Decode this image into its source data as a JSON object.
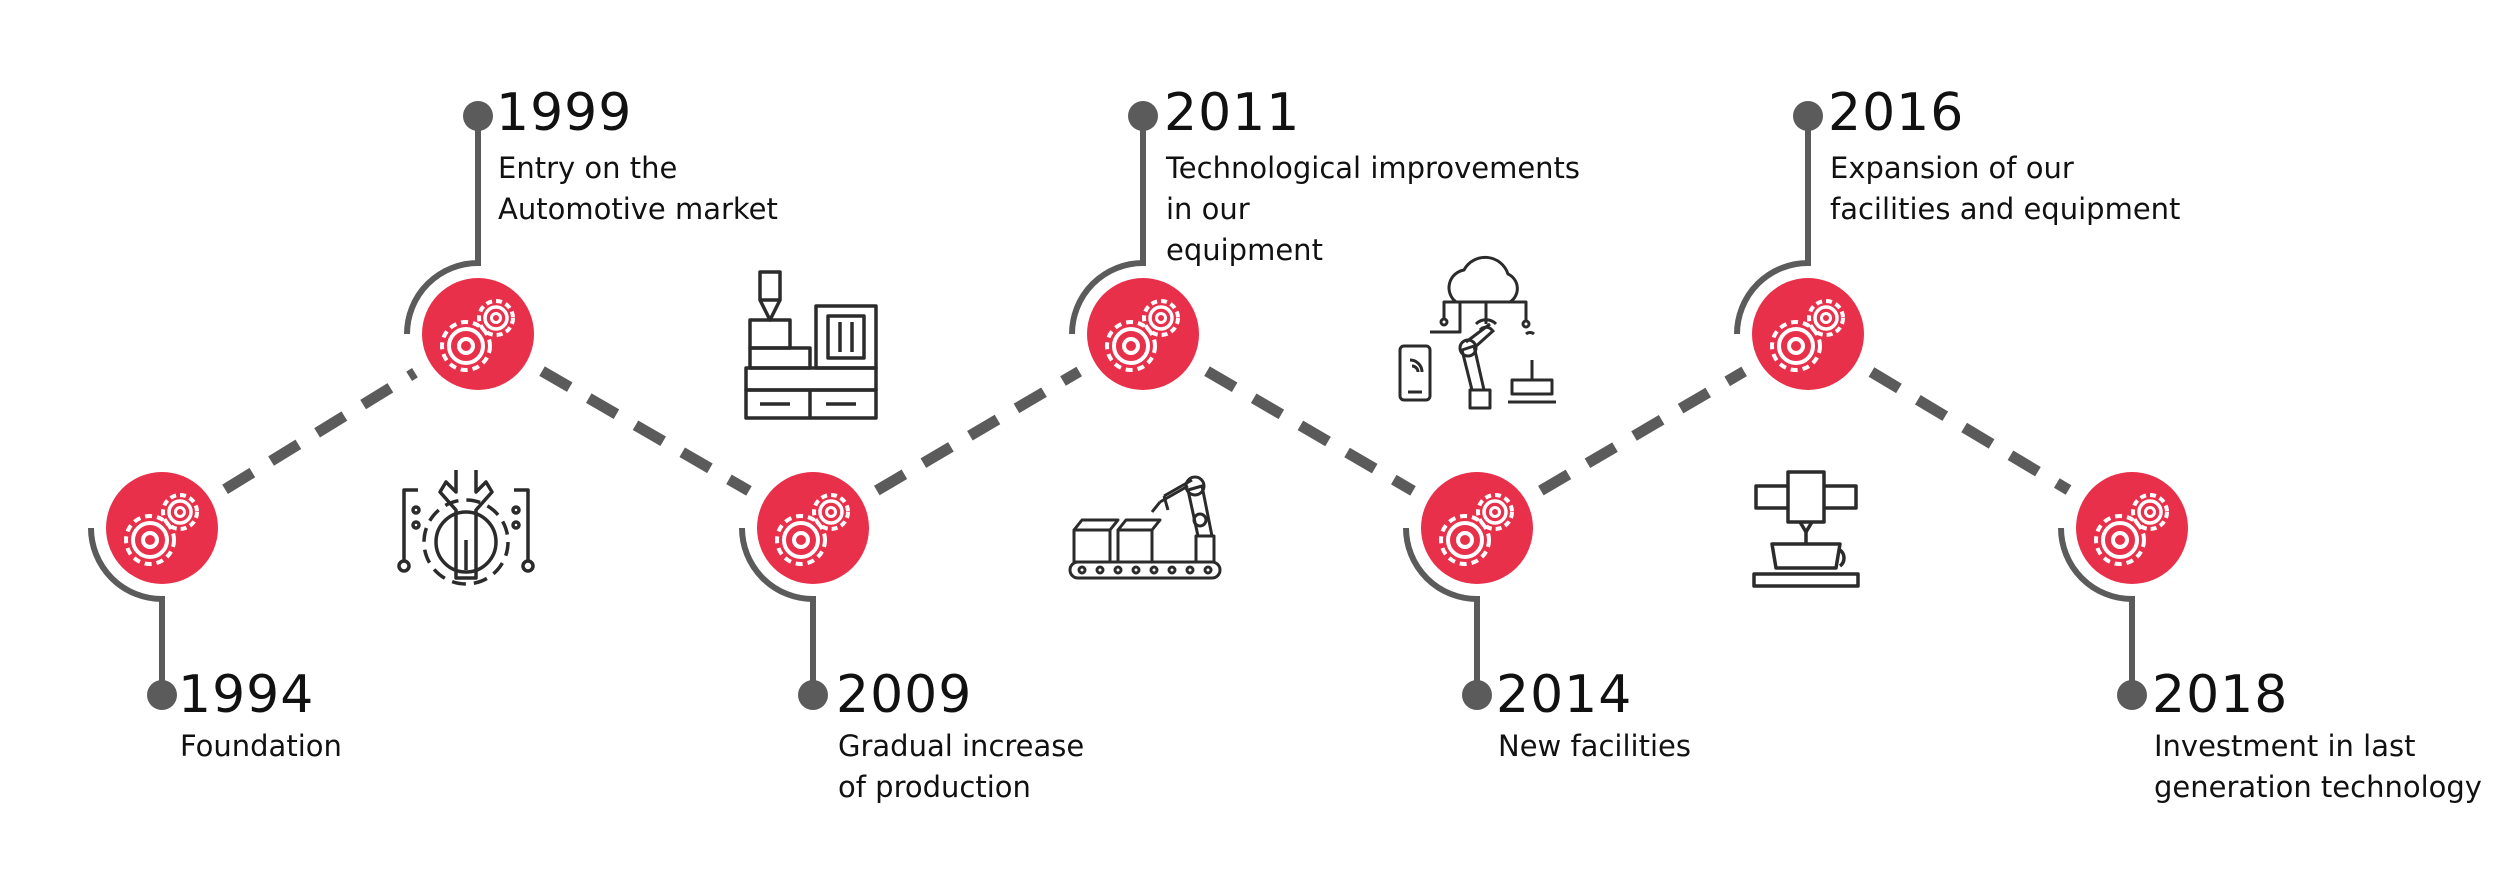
{
  "colors": {
    "accent": "#e8304a",
    "line": "#5b5b5b",
    "icon": "#2b2b2b"
  },
  "events": [
    {
      "year": "1994",
      "description": "Foundation"
    },
    {
      "year": "1999",
      "description": "Entry on the\nAutomotive market"
    },
    {
      "year": "2009",
      "description": "Gradual increase\nof production"
    },
    {
      "year": "2011",
      "description": "Technological improvements\nin our\nequipment"
    },
    {
      "year": "2014",
      "description": "New facilities"
    },
    {
      "year": "2016",
      "description": "Expansion of our\nfacilities and equipment"
    },
    {
      "year": "2018",
      "description": "Investment in last\ngeneration  technology"
    }
  ],
  "icons": [
    {
      "name": "wrench-gear-icon"
    },
    {
      "name": "injection-machine-icon"
    },
    {
      "name": "conveyor-robot-arm-icon"
    },
    {
      "name": "cloud-iot-robot-icon"
    },
    {
      "name": "3d-printer-icon"
    }
  ]
}
